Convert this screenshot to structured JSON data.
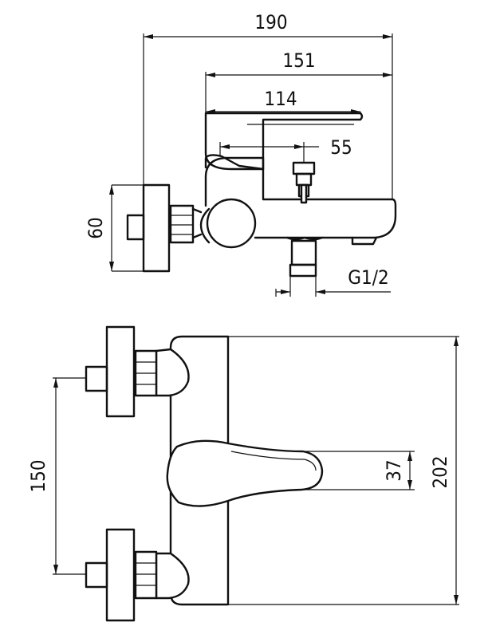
{
  "drawing": {
    "side_view": {
      "dimensions": {
        "overall_depth": "190",
        "spout_length": "151",
        "lever_length": "114",
        "diverter_offset": "55",
        "connector_size": "60",
        "thread": "G1/2"
      }
    },
    "front_view": {
      "dimensions": {
        "inlet_spacing": "150",
        "lever_height": "37",
        "overall_height": "202"
      }
    },
    "colors": {
      "line": "#111111",
      "background": "#ffffff"
    }
  }
}
